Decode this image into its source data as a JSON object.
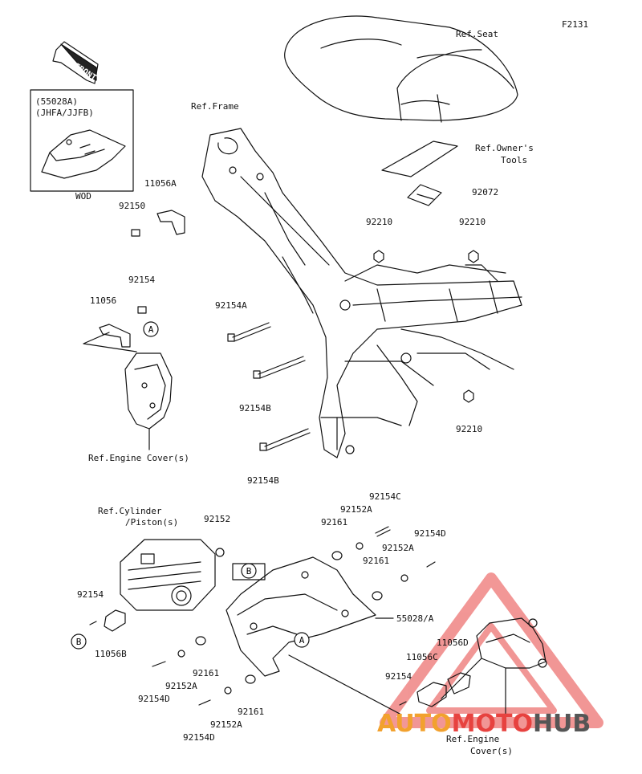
{
  "diagram": {
    "code": "F2131",
    "front_label": "FRONT",
    "inset": {
      "part": "(55028A)",
      "note": "(JHFA/JJFB)",
      "caption": "WOD"
    },
    "refs": {
      "seat": "Ref.Seat",
      "owners_tools_1": "Ref.Owner's",
      "owners_tools_2": "Tools",
      "frame": "Ref.Frame",
      "engine_cover_top": "Ref.Engine Cover(s)",
      "cylinder_1": "Ref.Cylinder",
      "cylinder_2": "/Piston(s)",
      "engine_cover_bottom_1": "Ref.Engine",
      "engine_cover_bottom_2": "Cover(s)"
    },
    "parts": {
      "p92072": "92072",
      "p11056A": "11056A",
      "p92150": "92150",
      "p92210_a": "92210",
      "p92210_b": "92210",
      "p92210_c": "92210",
      "p92154_top": "92154",
      "p11056": "11056",
      "p92154A": "92154A",
      "p92154B_1": "92154B",
      "p92154B_2": "92154B",
      "p92152": "92152",
      "p92154C": "92154C",
      "p92152A_1": "92152A",
      "p92161_1": "92161",
      "p92154D_1": "92154D",
      "p92152A_2": "92152A",
      "p92161_2": "92161",
      "p55028A": "55028/A",
      "p92154_left": "92154",
      "p11056B": "11056B",
      "p92161_3": "92161",
      "p92152A_3": "92152A",
      "p92154D_2": "92154D",
      "p92161_4": "92161",
      "p92152A_4": "92152A",
      "p92154D_3": "92154D",
      "p11056D": "11056D",
      "p11056C": "11056C",
      "p92154_right": "92154"
    },
    "markers": {
      "a1": "A",
      "a2": "A",
      "b1": "B",
      "b2": "B"
    },
    "watermark": {
      "part1": "AUTO",
      "part2": "MOTO",
      "part3": "HUB"
    },
    "colors": {
      "line": "#111111",
      "watermark_orange": "#f2a12e",
      "watermark_red": "#e7423f",
      "watermark_grey": "#555555"
    }
  }
}
